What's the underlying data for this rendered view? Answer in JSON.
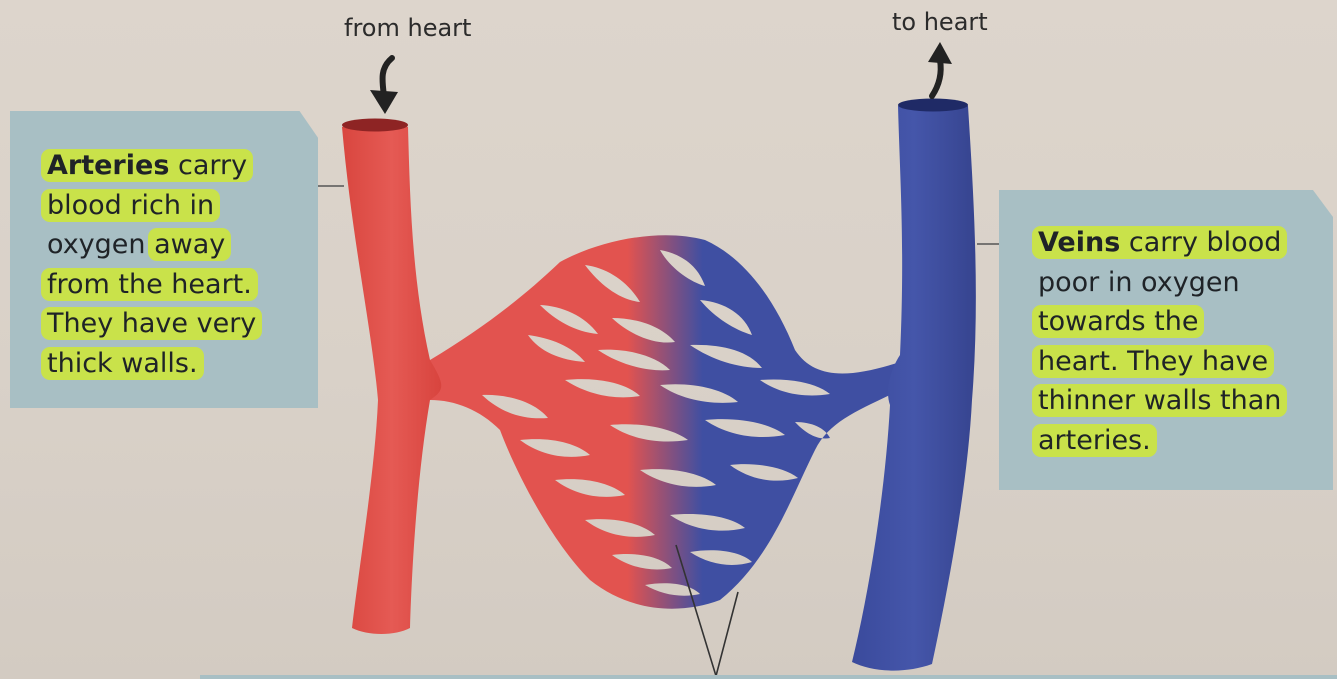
{
  "labels": {
    "from_heart": "from heart",
    "to_heart": "to heart"
  },
  "artery_box": {
    "line1_bold": "Arteries",
    "line1_rest": " carry",
    "line2": "blood rich in",
    "line3_a": "oxygen ",
    "line3_b": "away",
    "line4": "from the heart.",
    "line5": "They have very",
    "line6": "thick walls."
  },
  "vein_box": {
    "line1_bold": "Veins",
    "line1_rest": " carry blood",
    "line2": "poor in oxygen",
    "line3": "towards the",
    "line4": "heart. They have",
    "line5": "thinner walls than",
    "line6": "arteries."
  },
  "colors": {
    "artery": "#e2534f",
    "vein": "#3f4fa2",
    "box": "#a8bfc4",
    "highlight": "#c9e24a"
  }
}
